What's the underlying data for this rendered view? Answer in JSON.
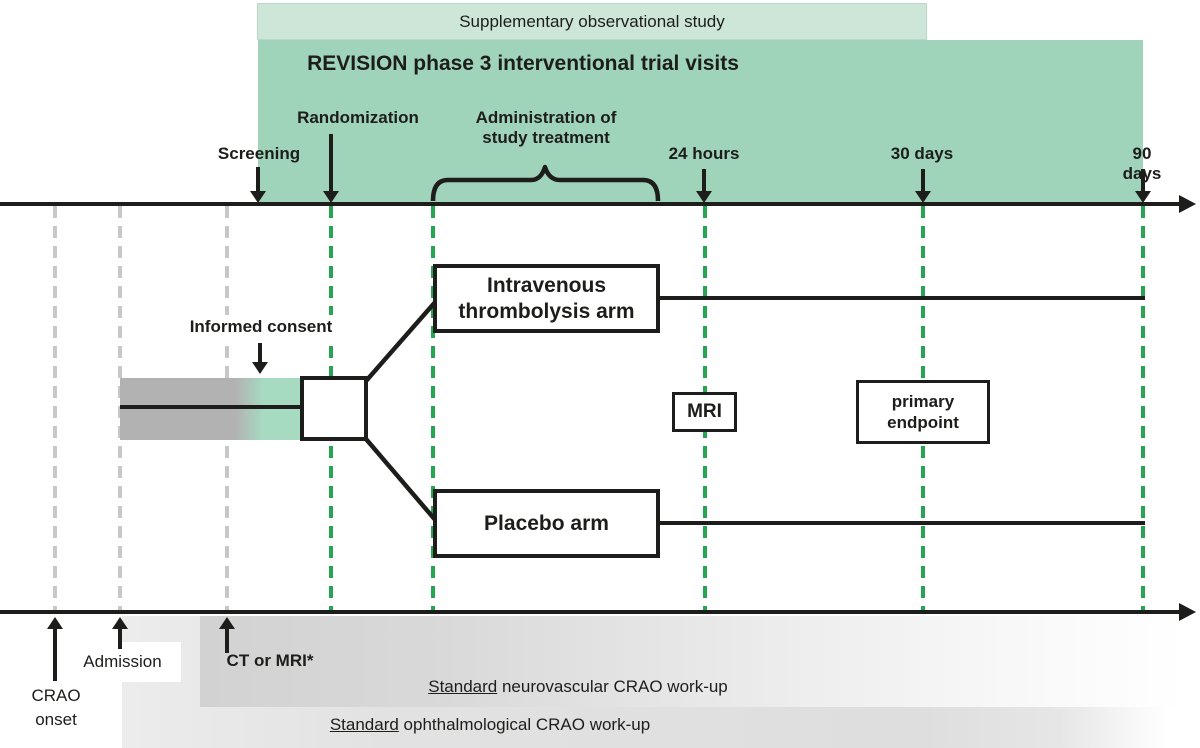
{
  "header": {
    "supplementary_bar": "Supplementary observational study",
    "trial_bar": "REVISION phase 3 interventional trial visits"
  },
  "timeline_top": {
    "screening": "Screening",
    "randomization": "Randomization",
    "administration": "Administration of\nstudy treatment",
    "hours_24": "24 hours",
    "days_30": "30 days",
    "days_90": "90 days"
  },
  "flow": {
    "informed_consent": "Informed consent",
    "iv_arm": "Intravenous\nthrombolysis arm",
    "placebo_arm": "Placebo arm",
    "mri": "MRI",
    "primary_endpoint": "primary\nendpoint"
  },
  "timeline_bottom": {
    "crao_onset": "CRAO\nonset",
    "admission": "Admission",
    "ct_or_mri": "CT or MRI*",
    "neuro_standard": "Standard",
    "neuro_rest": " neurovascular CRAO work-up",
    "ophtho_standard": "Standard",
    "ophtho_rest": " ophthalmological CRAO work-up"
  },
  "colors": {
    "trial_green": "#9fd4ba",
    "supplementary_green": "#cde6d8",
    "dashed_green": "#28a552",
    "dashed_gray": "#c8c8c8",
    "consent_gray": "#b2b2b2",
    "consent_green": "#a6dbc2",
    "neuro_workup_gray": "#d2d2d2",
    "ophtho_workup_gray": "#e2e2e2",
    "line_black": "#1d1d1b"
  }
}
